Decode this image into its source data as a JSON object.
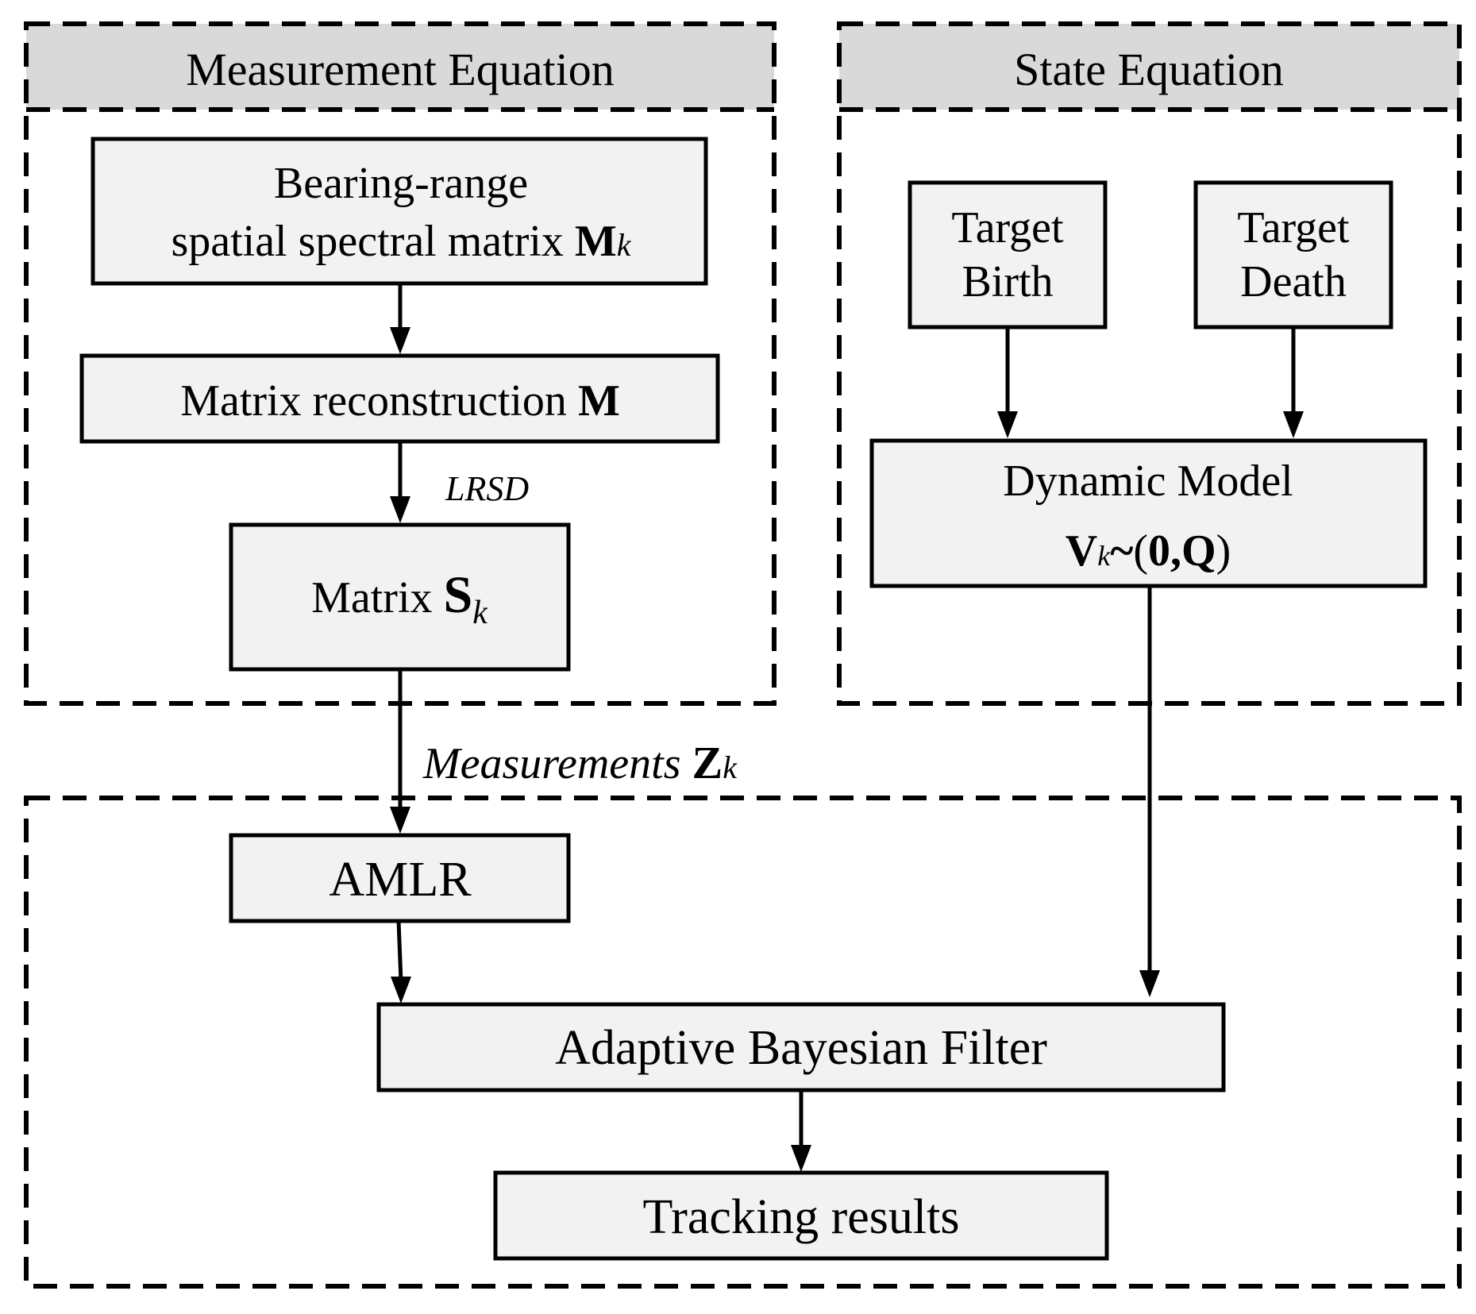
{
  "regions": {
    "measurement": {
      "title": "Measurement Equation"
    },
    "state": {
      "title": "State Equation"
    }
  },
  "nodes": {
    "bearing_range": {
      "line1": "Bearing-range",
      "line2_text": "spatial spectral matrix ",
      "line2_symbol": "M",
      "line2_sub": "k"
    },
    "matrix_reconstruction": {
      "text": "Matrix reconstruction ",
      "symbol": "M"
    },
    "matrix_s": {
      "text": "Matrix ",
      "symbol": "S",
      "sub": "k"
    },
    "target_birth": {
      "line1": "Target",
      "line2": "Birth"
    },
    "target_death": {
      "line1": "Target",
      "line2": "Death"
    },
    "dynamic_model": {
      "line1": "Dynamic Model",
      "symbol": "V",
      "sub": "k",
      "tilde": "~",
      "open_paren": "(",
      "dist": "0,Q",
      "close_paren": ")"
    },
    "amlr": {
      "text": "AMLR"
    },
    "adaptive_bayesian_filter": {
      "text": "Adaptive Bayesian Filter"
    },
    "tracking_results": {
      "text": "Tracking results"
    }
  },
  "edges": {
    "lrsd": {
      "label": "LRSD"
    },
    "measurements": {
      "label": "Measurements ",
      "symbol": "Z",
      "sub": "k"
    }
  },
  "colors": {
    "header_fill": "#d9d9d9",
    "box_fill": "#f2f2f2",
    "line": "#000000"
  }
}
